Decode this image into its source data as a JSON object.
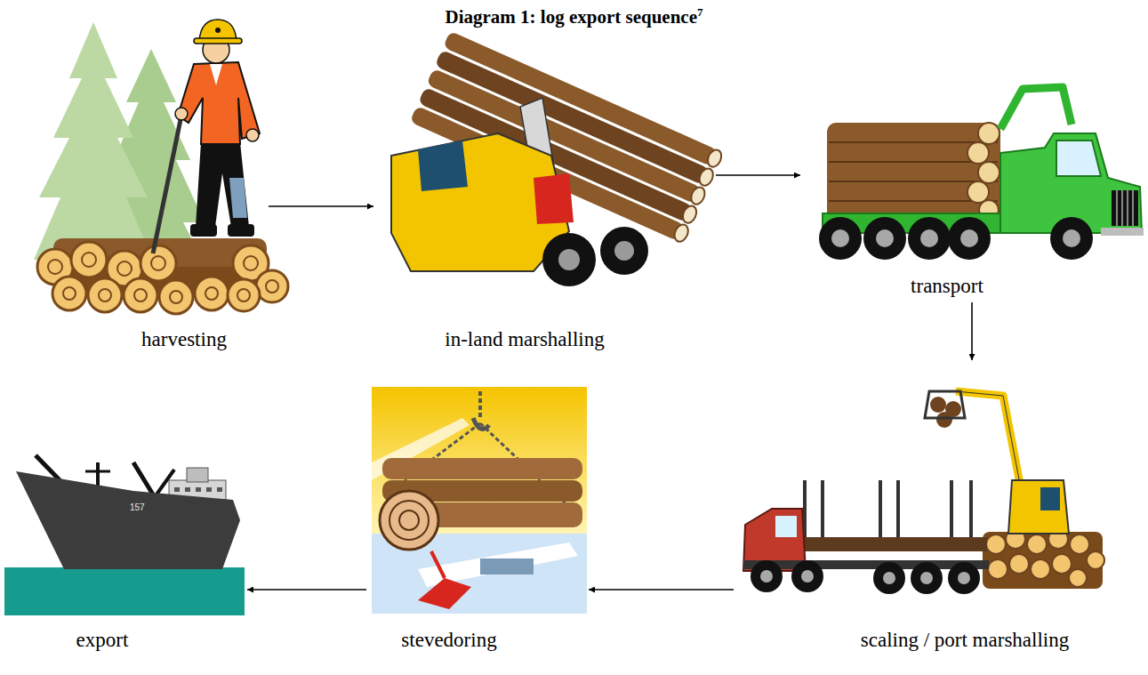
{
  "diagram": {
    "title": "Diagram 1: log export sequence",
    "nodes": [
      {
        "text": [
          "harvesting"
        ]
      },
      {
        "text": [
          "in-land marshalling"
        ]
      },
      {
        "text": [
          "transport"
        ]
      },
      {
        "text": [
          "scaling / port marshalling"
        ]
      },
      {
        "text": [
          "stevedoring"
        ]
      },
      {
        "text": [
          "export"
        ]
      }
    ],
    "edges": [
      {
        "from": 0,
        "to": 1,
        "arrow": "to"
      },
      {
        "from": 1,
        "to": 2,
        "arrow": "to"
      },
      {
        "from": 2,
        "to": 3,
        "arrow": "to"
      },
      {
        "from": 3,
        "to": 4,
        "arrow": "to"
      },
      {
        "from": 4,
        "to": 5,
        "arrow": "to"
      }
    ],
    "labels": [
      "7",
      "157"
    ]
  }
}
